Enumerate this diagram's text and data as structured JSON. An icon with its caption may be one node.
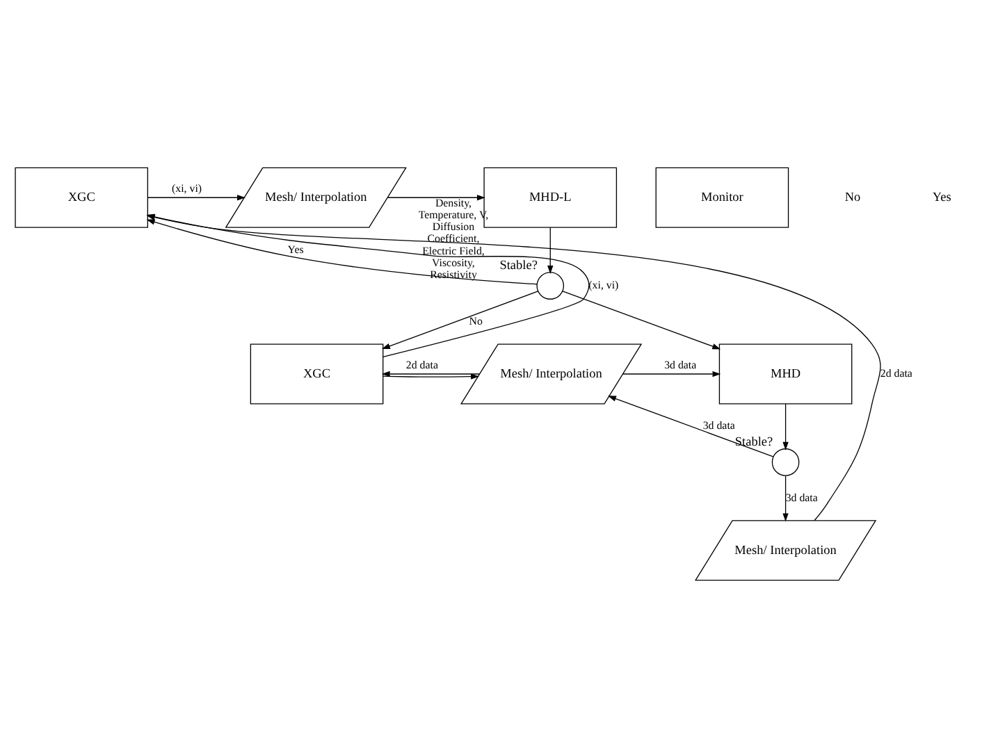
{
  "diagram": {
    "nodes": [
      {
        "text": [
          "XGC"
        ]
      },
      {
        "text": [
          "Mesh/ Interpolation"
        ]
      },
      {
        "text": [
          "MHD-L"
        ]
      },
      {
        "text": [
          "Monitor"
        ]
      },
      {
        "text": [],
        "shape": "circle",
        "beside": [
          "Stable?"
        ]
      },
      {
        "text": [
          "XGC"
        ]
      },
      {
        "text": [
          "Mesh/ Interpolation"
        ]
      },
      {
        "text": [
          "MHD"
        ]
      },
      {
        "text": [],
        "shape": "circle",
        "beside": [
          "Stable?"
        ]
      },
      {
        "text": [
          "Mesh/ Interpolation"
        ]
      }
    ],
    "edges": [
      {
        "from": 0,
        "to": 1,
        "arrow": "to",
        "label": "(xi, vi)"
      },
      {
        "from": 1,
        "to": 2,
        "arrow": "to",
        "label": "Density, Temperature, V, Diffusion Coefficient, Electric Field, Viscosity, Resistivity"
      },
      {
        "from": 2,
        "to": 4,
        "arrow": "to"
      },
      {
        "from": 4,
        "to": 0,
        "arrow": "to",
        "label": "Yes"
      },
      {
        "from": 4,
        "to": 5,
        "arrow": "to",
        "label": "No"
      },
      {
        "from": 4,
        "to": 7,
        "arrow": "to"
      },
      {
        "from": 5,
        "to": 6,
        "arrow": "to"
      },
      {
        "from": 6,
        "to": 7,
        "arrow": "to",
        "label": "3d data"
      },
      {
        "from": 6,
        "to": 5,
        "arrow": "to",
        "label": "2d data"
      },
      {
        "from": 7,
        "to": 8,
        "arrow": "to"
      },
      {
        "from": 8,
        "to": 6,
        "arrow": "to",
        "label": "3d data"
      },
      {
        "from": 8,
        "to": 9,
        "arrow": "to",
        "label": "3d data"
      },
      {
        "from": 9,
        "to": 0,
        "arrow": "to",
        "label": "2d data"
      },
      {
        "from": 5,
        "to": 0,
        "arrow": "to",
        "label": "(xi, vi)"
      }
    ],
    "labels": [
      "No",
      "Yes"
    ]
  }
}
